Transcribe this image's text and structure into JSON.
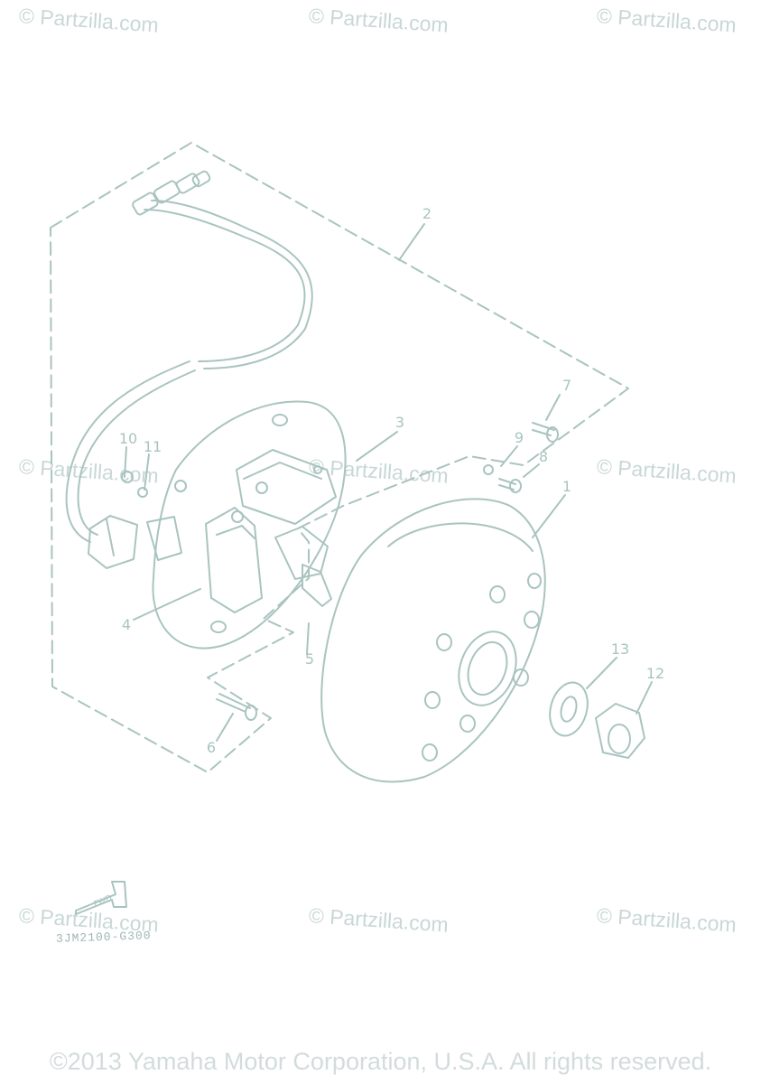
{
  "watermark": "© Partzilla.com",
  "diagram_code": "3JM2100-G300",
  "fwd_label": "FWD",
  "copyright": "©2013 Yamaha Motor Corporation, U.S.A. All rights reserved.",
  "callouts": [
    "1",
    "2",
    "3",
    "4",
    "5",
    "6",
    "7",
    "8",
    "9",
    "10",
    "11",
    "12",
    "13"
  ],
  "colors": {
    "line": "#a9c4c0",
    "watermark": "#c9d7d7",
    "text": "#d2dcdc"
  }
}
